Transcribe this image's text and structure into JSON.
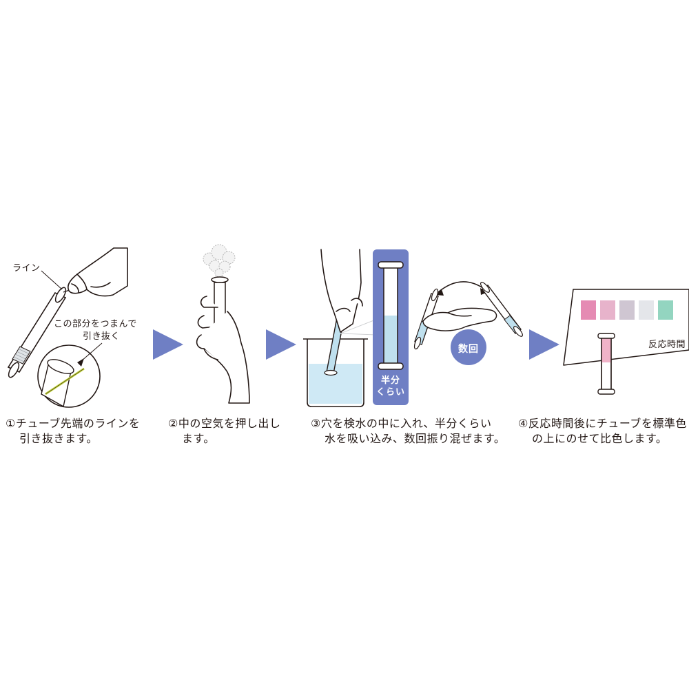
{
  "panel1": {
    "line_label": "ライン",
    "pinch_label_line1": "この部分をつまんで",
    "pinch_label_line2": "引き抜く"
  },
  "panel3": {
    "half_label_line1": "半分",
    "half_label_line2": "くらい",
    "repeat_label": "数回"
  },
  "panel4": {
    "reaction_time_label": "反応時間",
    "swatch_colors": [
      "#e58bb3",
      "#e7b3cb",
      "#cfc6d2",
      "#e4e6ea",
      "#93d5c0"
    ]
  },
  "steps": [
    {
      "line1": "①チューブ先端のラインを",
      "line2": "引き抜きます。"
    },
    {
      "line1": "②中の空気を押し出し",
      "line2": "ます。"
    },
    {
      "line1": "③穴を検水の中に入れ、半分くらい",
      "line2": "水を吸い込み、数回振り混ぜます。"
    },
    {
      "line1": "④反応時間後にチューブを標準色",
      "line2": "の上にのせて比色します。"
    }
  ],
  "colors": {
    "accent": "#6f7fc4",
    "water": "#cfe9f5",
    "tube_fill": "#bfe0ee",
    "pink_sample": "#f0b3c8"
  }
}
